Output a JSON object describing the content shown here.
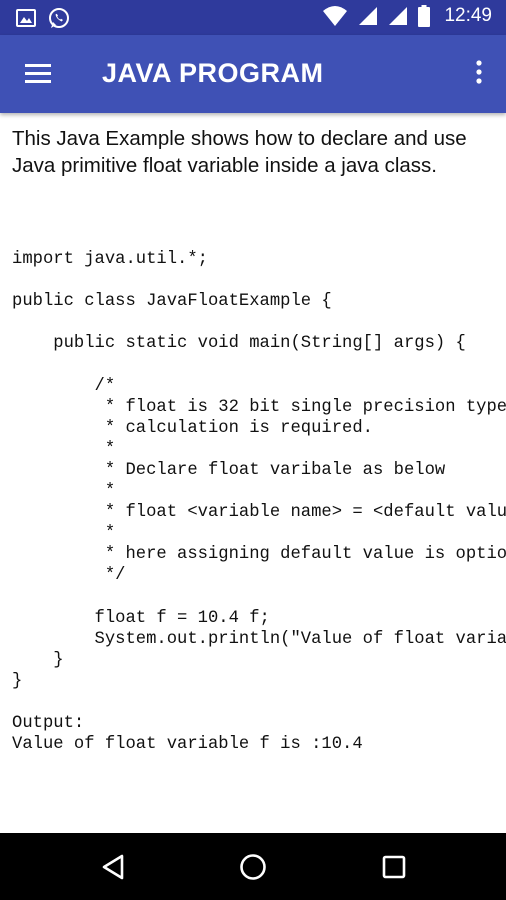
{
  "status_bar": {
    "time": "12:49",
    "icons": [
      "gallery-icon",
      "whatsapp-icon",
      "wifi-icon",
      "signal-icon",
      "signal-icon",
      "battery-icon"
    ]
  },
  "app_bar": {
    "title": "JAVA PROGRAM",
    "menu_icon": "hamburger-menu-icon",
    "overflow_icon": "more-vert-icon"
  },
  "content": {
    "description": "This Java Example shows how to declare and use Java primitive float variable inside a java class.",
    "code": "import java.util.*;\n\npublic class JavaFloatExample {\n\n    public static void main(String[] args) {\n\n        /*\n         * float is 32 bit single precision type and used when fractional precision\n         * calculation is required.\n         *\n         * Declare float varibale as below\n         *\n         * float <variable name> = <default value>;\n         *\n         * here assigning default value is optional.\n         */\n\n        float f = 10.4 f;\n        System.out.println(\"Value of float variable f is :\" + f);\n    }\n}\n\nOutput:\nValue of float variable f is :10.4"
  },
  "nav_bar": {
    "back_icon": "back-icon",
    "home_icon": "home-icon",
    "recents_icon": "recents-icon"
  },
  "colors": {
    "status_bar": "#2f3a9c",
    "app_bar": "#3f51b5",
    "nav_bar": "#000000"
  }
}
